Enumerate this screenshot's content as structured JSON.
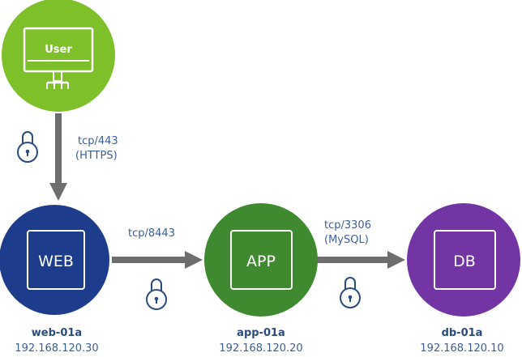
{
  "nodes": {
    "user": {
      "label": "User",
      "color": "#7dc02a"
    },
    "web": {
      "label": "WEB",
      "name": "web-01a",
      "ip": "192.168.120.30",
      "color": "#1d3d8c"
    },
    "app": {
      "label": "APP",
      "name": "app-01a",
      "ip": "192.168.120.20",
      "color": "#3f8a2f"
    },
    "db": {
      "label": "DB",
      "name": "db-01a",
      "ip": "192.168.120.10",
      "color": "#7235a3"
    }
  },
  "connections": {
    "user_web": {
      "port": "tcp/443",
      "protocol": "(HTTPS)"
    },
    "web_app": {
      "port": "tcp/8443"
    },
    "app_db": {
      "port": "tcp/3306",
      "protocol": "(MySQL)"
    }
  },
  "colors": {
    "arrow": "#6d6d6d",
    "label": "#3a5f96",
    "lock": "#2a4c80"
  },
  "icons": [
    "monitor-icon",
    "lock-icon",
    "arrow-icon"
  ]
}
